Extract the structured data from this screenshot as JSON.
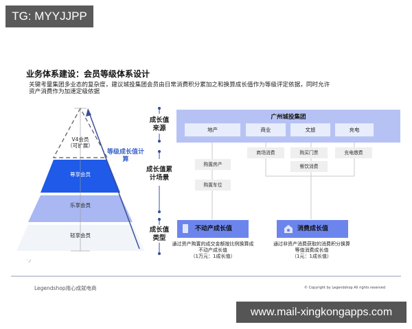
{
  "watermarks": {
    "top": "TG: MYYJJPP",
    "bottom": "www.mail-xingkongapps.com"
  },
  "slide": {
    "title": "业务体系建设：会员等级体系设计",
    "description_line1": "关键考量集团多业态的复杂度，建议城投集团会员由日常消费积分累加之和换算成长值作为等级评定依据，同时允许",
    "description_line2": "资产消费作为加速定级依据"
  },
  "pyramid": {
    "levels": [
      {
        "name": "V4会员",
        "note": "（可扩展）",
        "color": "#ffffff",
        "style": "dashed"
      },
      {
        "name": "尊享会员",
        "color": "#1f5ae8"
      },
      {
        "name": "乐享会员",
        "color": "#a9b8f2"
      },
      {
        "name": "轻享会员",
        "color": "#f1f4f8"
      }
    ],
    "arrow_label_line1": "等级成长值计",
    "arrow_label_line2": "算"
  },
  "axis_labels": [
    {
      "line1": "成长值",
      "line2": "来源"
    },
    {
      "line1": "成长值累",
      "line2": "计场景"
    },
    {
      "line1": "成长值",
      "line2": "类型"
    }
  ],
  "group": {
    "title": "广州城投集团",
    "categories": [
      "地产",
      "商业",
      "文旅",
      "充电"
    ]
  },
  "scenes": {
    "real_estate": [
      "购置房产",
      "购置车位"
    ],
    "commerce": [
      "商场消费"
    ],
    "tourism": [
      "购买门票",
      "餐饮消费"
    ],
    "charging": [
      "充电缴费"
    ]
  },
  "value_types": [
    {
      "name": "不动产成长值",
      "icon": "building-icon",
      "note_line1": "通过资产购置的成交金额按比例换算成",
      "note_line2": "不动产成长值",
      "note_line3": "（1万元：1成长值）"
    },
    {
      "name": "消费成长值",
      "icon": "home-icon",
      "note_line1": "通过非资产消费获取的消费积分换算",
      "note_line2": "等值消费成长值",
      "note_line3": "（1元：1成长值）"
    }
  ],
  "footer": {
    "left": "Legendshop用心成就电商",
    "right": "© Copyright by Legendshop All rights reserved"
  },
  "colors": {
    "primary_blue": "#1f5ae8",
    "light_blue": "#a9b8f2",
    "group_bg": "#b7c2f4",
    "type_box": "#6c85ec",
    "arrow": "#3a4f9a"
  }
}
